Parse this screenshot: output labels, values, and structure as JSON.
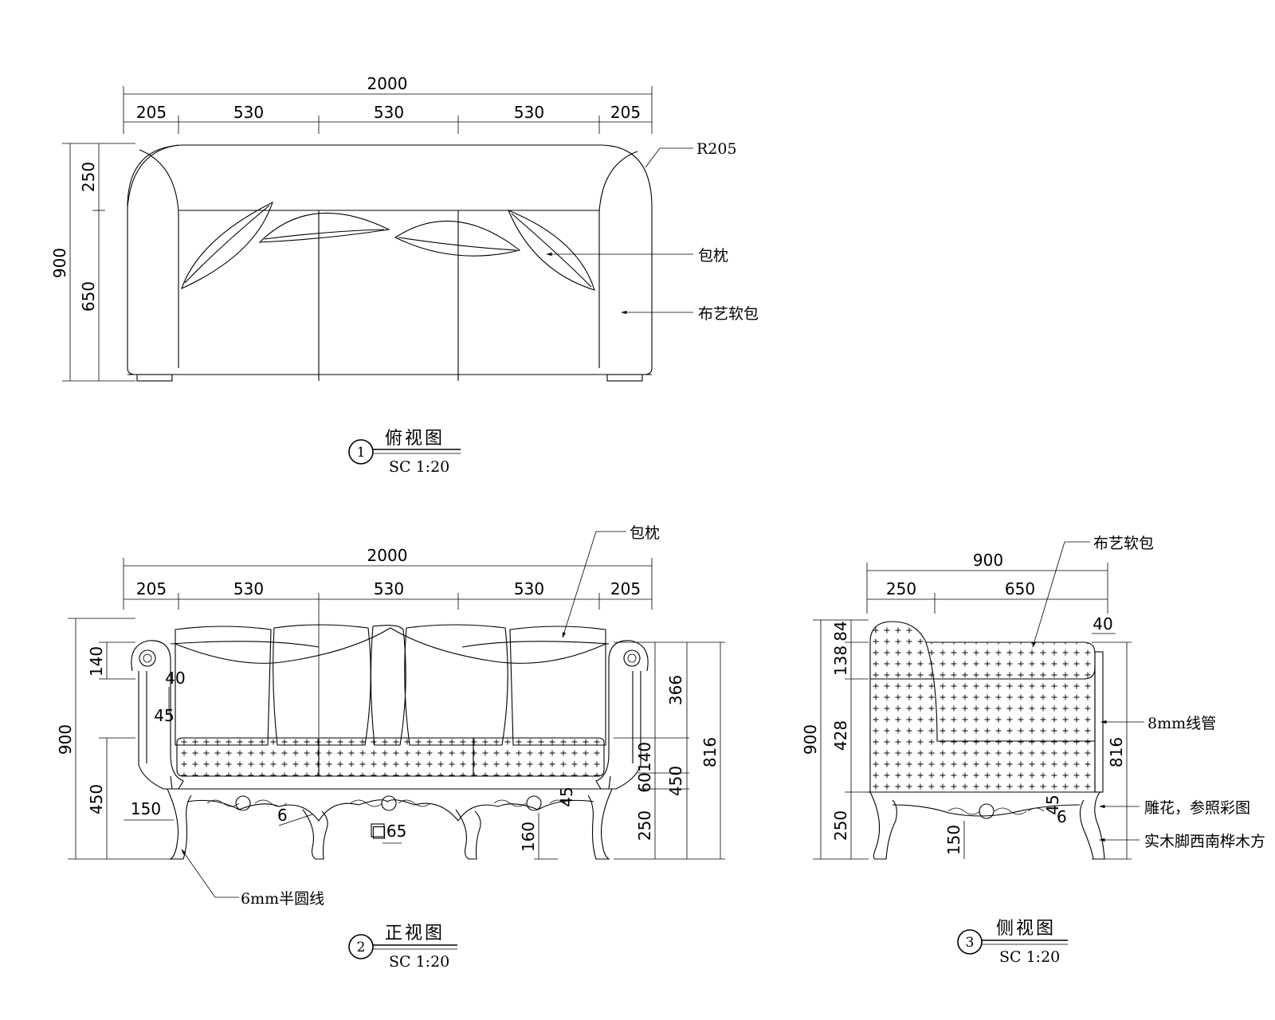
{
  "top_view": {
    "dims": {
      "overall": "2000",
      "seg": [
        "205",
        "530",
        "530",
        "530",
        "205"
      ],
      "height_total": "900",
      "height_upper": "250",
      "height_lower": "650"
    },
    "callouts": {
      "radius": "R205",
      "cushion": "包枕",
      "fabric": "布艺软包"
    },
    "title": {
      "number": "1",
      "name": "俯视图",
      "scale": "SC 1:20"
    }
  },
  "front_view": {
    "dims": {
      "overall": "2000",
      "seg": [
        "205",
        "530",
        "530",
        "530",
        "205"
      ],
      "left_total": "900",
      "left_upper": "140",
      "left_lower": "450",
      "arm_40": "40",
      "arm_45": "45",
      "arm_150": "150",
      "r_366": "366",
      "r_140": "140",
      "r_60": "60",
      "r_450": "450",
      "r_250": "250",
      "r_816": "816",
      "leg_160": "160",
      "leg_45": "45",
      "leg_6": "6",
      "leg_65": "□65"
    },
    "callouts": {
      "cushion": "包枕",
      "molding": "6mm半圆线"
    },
    "title": {
      "number": "2",
      "name": "正视图",
      "scale": "SC 1:20"
    }
  },
  "side_view": {
    "dims": {
      "overall": "900",
      "seg_250": "250",
      "seg_650": "650",
      "top_40": "40",
      "left_900": "900",
      "left_84": "84",
      "left_138": "138",
      "left_428": "428",
      "left_250": "250",
      "r_816": "816",
      "leg_150": "150",
      "leg_45": "45",
      "leg_6": "6"
    },
    "callouts": {
      "fabric": "布艺软包",
      "piping": "8mm线管",
      "carving": "雕花，参照彩图",
      "leg": "实木脚西南桦木方"
    },
    "title": {
      "number": "3",
      "name": "侧视图",
      "scale": "SC 1:20"
    }
  }
}
